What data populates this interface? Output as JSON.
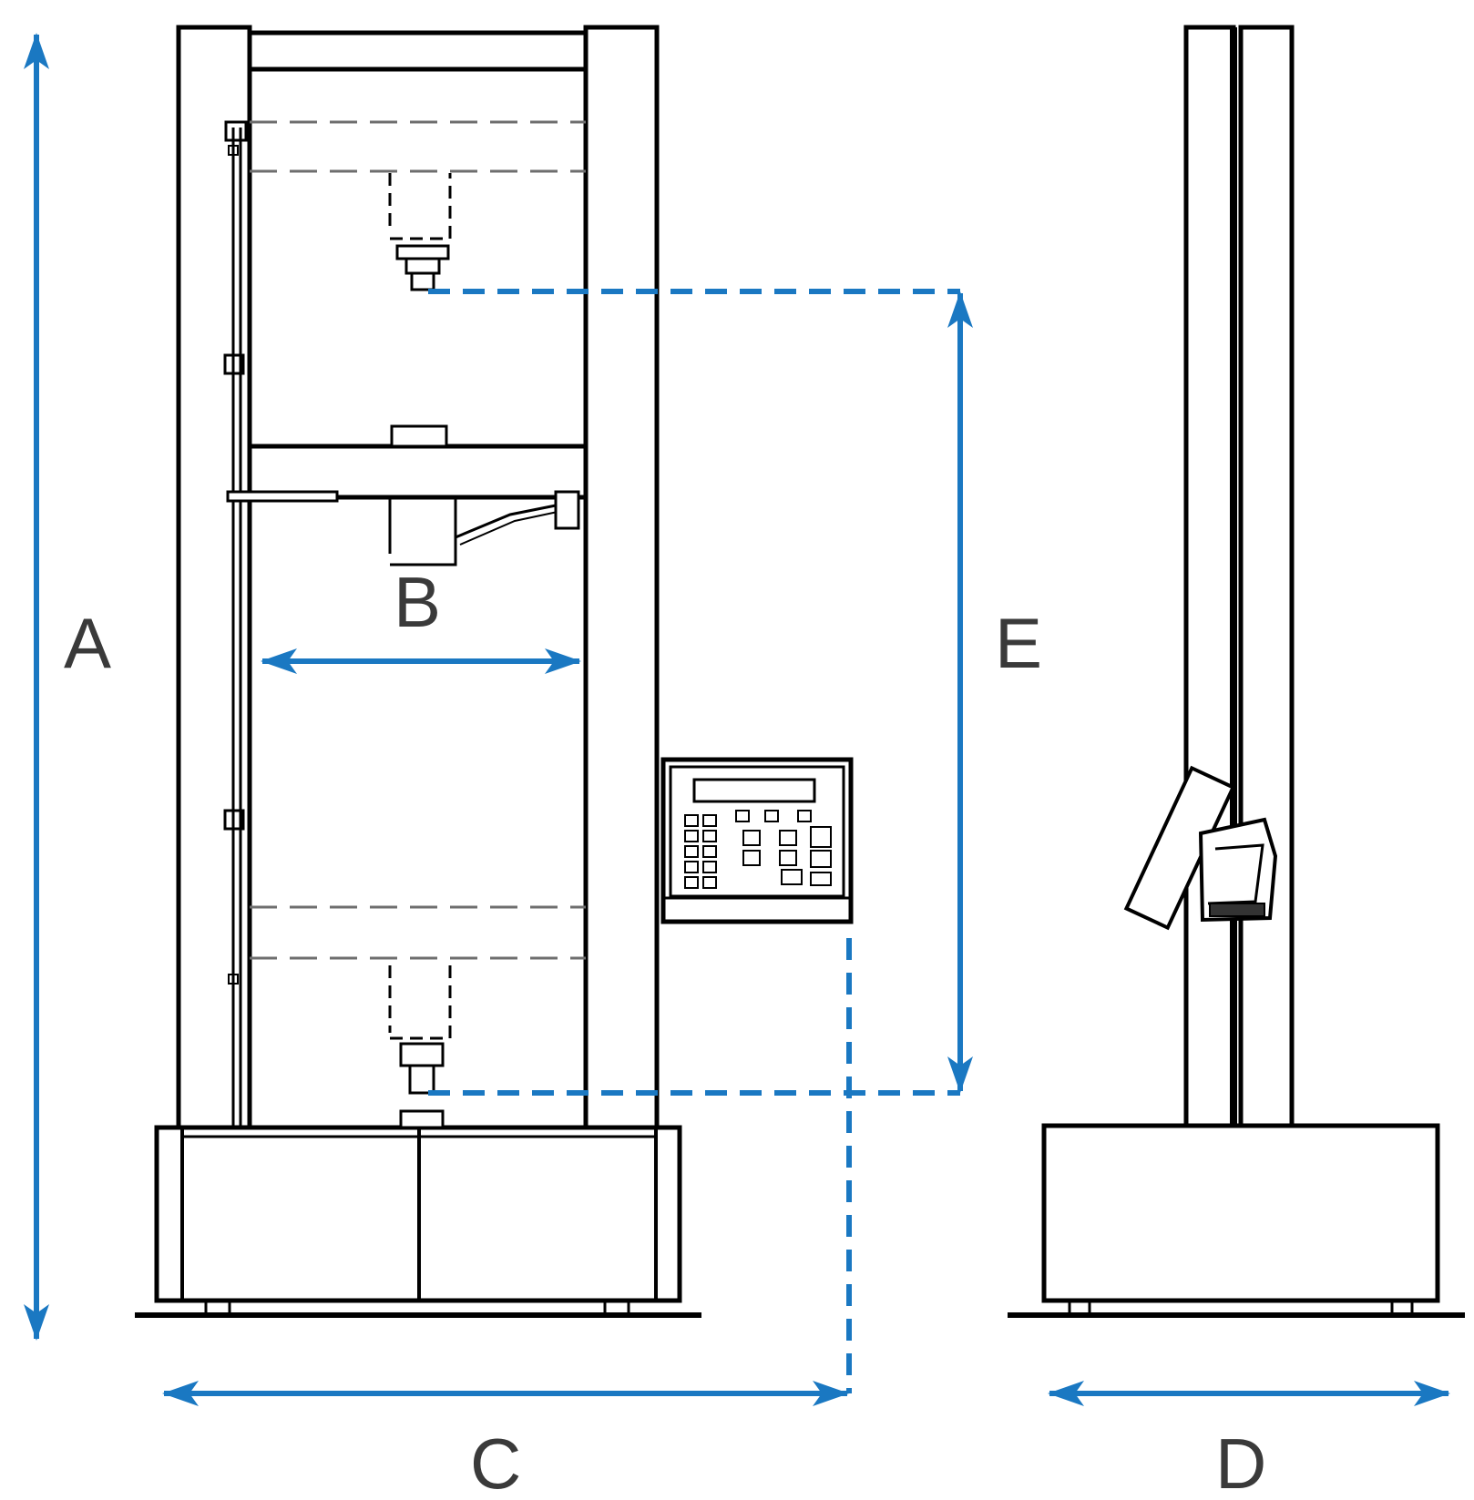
{
  "labels": {
    "a": "A",
    "b": "B",
    "c": "C",
    "d": "D",
    "e": "E"
  },
  "colors": {
    "dimension": "#1a78c2",
    "line": "#000000",
    "hidden_line": "#6e6e6e",
    "label": "#3a3a3a",
    "background": "#ffffff"
  }
}
